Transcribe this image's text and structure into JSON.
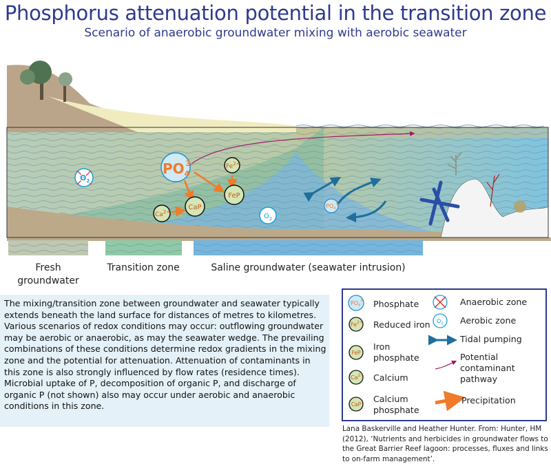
{
  "title": "Phosphorus attenuation potential in the transition zone",
  "subtitle": "Scenario of anaerobic groundwater mixing with aerobic seawater",
  "diagram": {
    "phosphate": {
      "base": "PO",
      "sub": "4",
      "sup": "3-"
    },
    "iron": {
      "base": "Fe",
      "sup": "2+"
    },
    "iron_phosphate": "FeP",
    "calcium": {
      "base": "Ca",
      "sup": "2+"
    },
    "calcium_phosphate": "CaP",
    "oxygen": {
      "base": "O",
      "sub": "2"
    }
  },
  "zones": {
    "fresh": "Fresh groundwater",
    "transition": "Transition zone",
    "saline": "Saline groundwater (seawater intrusion)"
  },
  "paragraph": "The mixing/transition zone between groundwater and seawater typically extends beneath the land surface for distances of metres to kilometres. Various scenarios of redox conditions may occur: outflowing groundwater may be aerobic or anaerobic, as may the seawater wedge.  The prevailing combinations of these conditions determine redox gradients in the mixing zone and the potential for attenuation.  Attenuation of contaminants in this zone is also strongly influenced by flow rates (residence times). Microbial uptake of P, decomposition of organic P, and discharge of organic P (not shown) also may occur under aerobic and anaerobic conditions in this zone.",
  "legend": {
    "phosphate": "Phosphate",
    "reduced_iron": "Reduced iron",
    "iron_phosphate": "Iron phosphate",
    "calcium": "Calcium",
    "calcium_phosphate": "Calcium phosphate",
    "anaerobic": "Anaerobic zone",
    "aerobic": "Aerobic zone",
    "tidal": "Tidal pumping",
    "pathway": "Potential contaminant pathway",
    "precipitation": "Precipitation"
  },
  "credit": "Lana Baskerville and Heather Hunter.  From: Hunter, HM (2012), ‘Nutrients and herbicides in groundwater flows to the Great Barrier Reef lagoon: processes, fluxes and links to on-farm management’.",
  "colors": {
    "title": "#2e3a8c",
    "orange": "#f07b2a",
    "tidal": "#1f6e9c",
    "pathway": "#a0186b",
    "mineral": "#d4e6b5",
    "phosphate_fill": "#cfe9f5"
  }
}
